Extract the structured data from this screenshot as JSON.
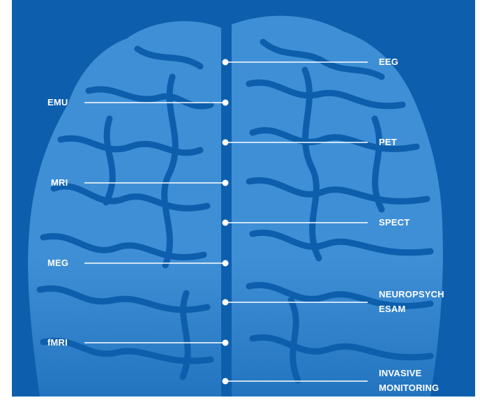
{
  "labels": {
    "eeg": "EEG",
    "emu": "EMU",
    "pet": "PET",
    "mri": "MRI",
    "spect": "SPECT",
    "meg": "MEG",
    "neuropsych_line1": "NEUROPSYCH",
    "neuropsych_line2": "ESAM",
    "fmri": "fMRI",
    "invasive_line1": "INVASIVE",
    "invasive_line2": "MONITORING"
  },
  "colors": {
    "background": "#0d5fad",
    "brain_fill": "#3f8fd6",
    "brain_fold": "#0d5fad",
    "marker": "#ffffff"
  },
  "icons": [
    "brain-illustration",
    "dot-marker"
  ]
}
